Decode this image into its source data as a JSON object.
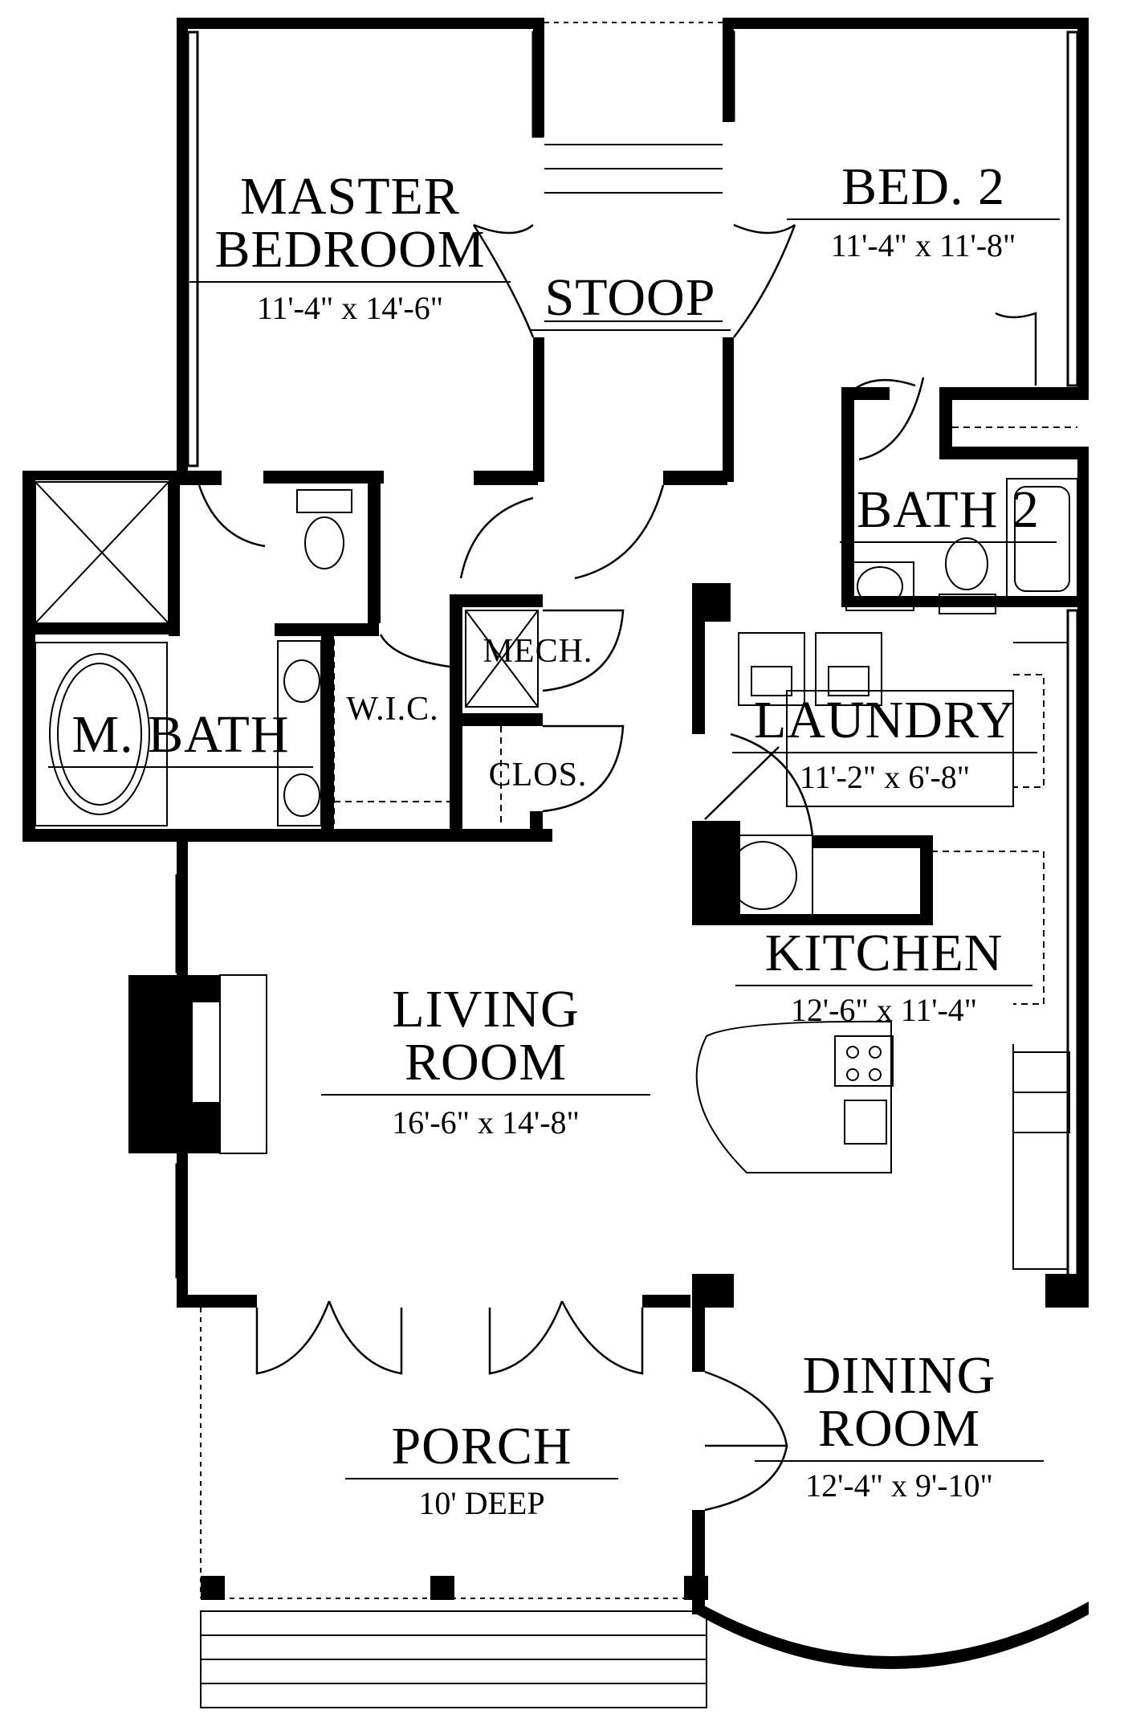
{
  "plan": {
    "rooms": [
      {
        "id": "master-bedroom",
        "name_lines": [
          "MASTER",
          "BEDROOM"
        ],
        "dimensions": "11'-4\" x 14'-6\""
      },
      {
        "id": "bed-2",
        "name_lines": [
          "BED. 2"
        ],
        "dimensions": "11'-4\" x 11'-8\""
      },
      {
        "id": "stoop",
        "name_lines": [
          "STOOP"
        ],
        "dimensions": ""
      },
      {
        "id": "bath-2",
        "name_lines": [
          "BATH 2"
        ],
        "dimensions": ""
      },
      {
        "id": "m-bath",
        "name_lines": [
          "M. BATH"
        ],
        "dimensions": ""
      },
      {
        "id": "wic",
        "name_lines": [
          "W.I.C."
        ],
        "dimensions": ""
      },
      {
        "id": "mech",
        "name_lines": [
          "MECH."
        ],
        "dimensions": ""
      },
      {
        "id": "clos",
        "name_lines": [
          "CLOS."
        ],
        "dimensions": ""
      },
      {
        "id": "laundry",
        "name_lines": [
          "LAUNDRY"
        ],
        "dimensions": "11'-2\" x 6'-8\""
      },
      {
        "id": "kitchen",
        "name_lines": [
          "KITCHEN"
        ],
        "dimensions": "12'-6\" x 11'-4\""
      },
      {
        "id": "living-room",
        "name_lines": [
          "LIVING",
          "ROOM"
        ],
        "dimensions": "16'-6\" x 14'-8\""
      },
      {
        "id": "dining-room",
        "name_lines": [
          "DINING",
          "ROOM"
        ],
        "dimensions": "12'-4\" x 9'-10\""
      },
      {
        "id": "porch",
        "name_lines": [
          "PORCH"
        ],
        "dimensions": "10' DEEP"
      }
    ],
    "colors": {
      "wall": "#000000",
      "fixture": "#000000",
      "background": "#ffffff"
    }
  }
}
